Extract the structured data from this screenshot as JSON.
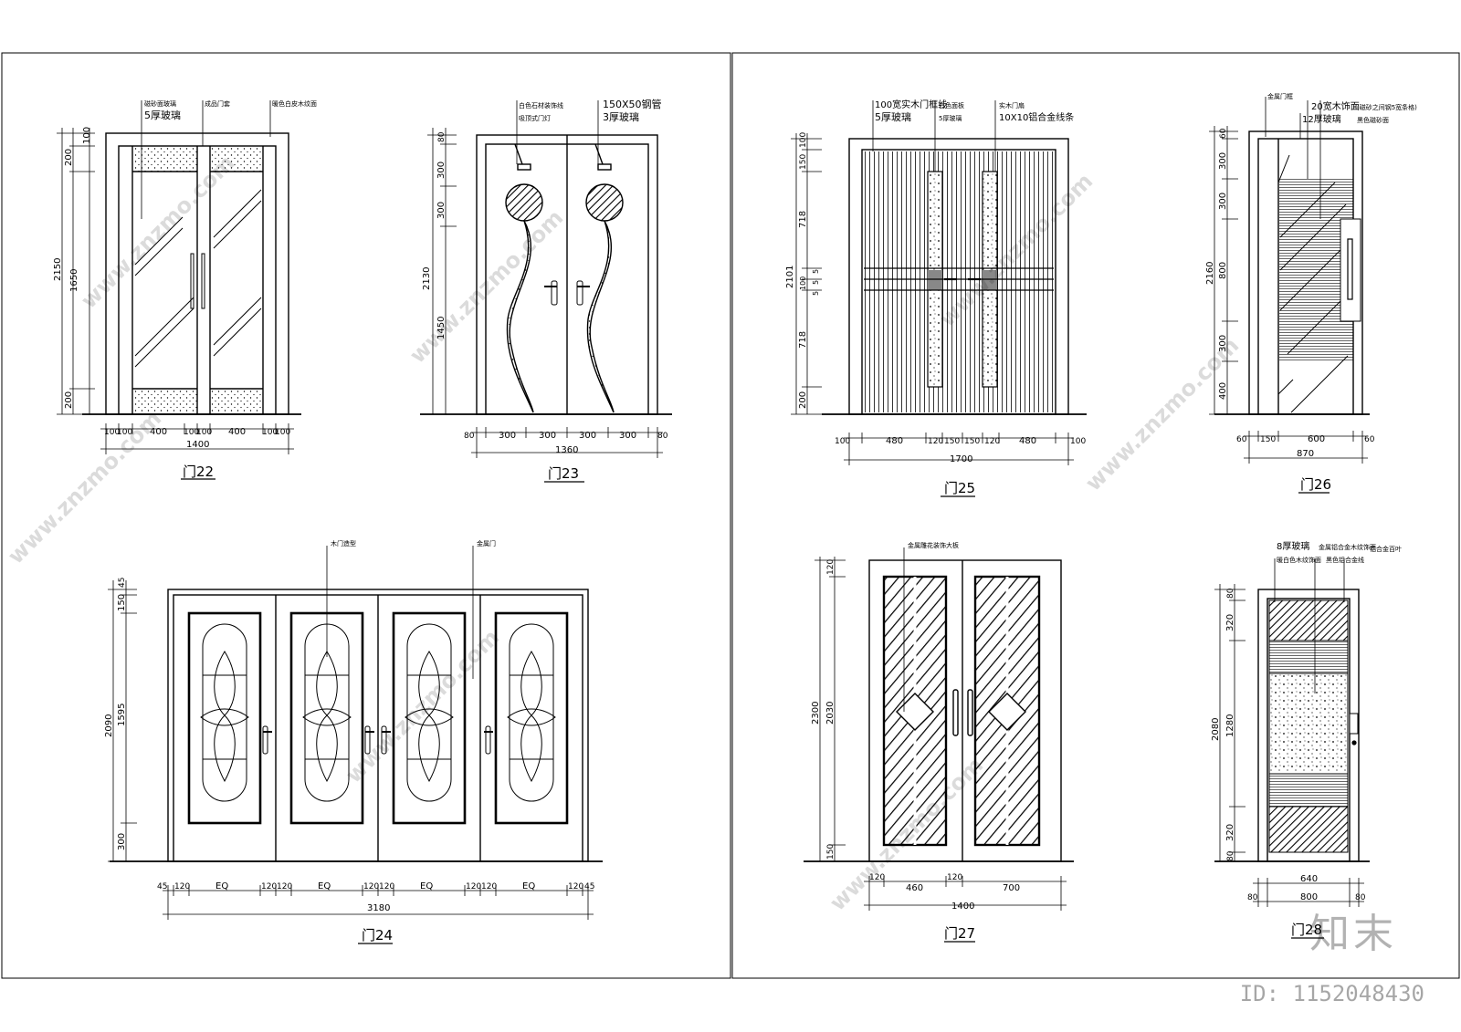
{
  "watermark": "www.znzmo.com",
  "brand": {
    "logo_text": "知末",
    "id_label": "ID: 1152048430"
  },
  "doors": {
    "d22": {
      "title": "门22",
      "notes": [
        "磁砂面玻璃",
        "5厚玻璃",
        "成品门套",
        "暖色白皮木纹面"
      ],
      "dims_v": [
        "100",
        "200",
        "2150",
        "1650",
        "200"
      ],
      "dims_h": [
        "100",
        "100",
        "400",
        "100",
        "100",
        "400",
        "100",
        "100"
      ],
      "total": "1400"
    },
    "d23": {
      "title": "门23",
      "notes": [
        "白色石材装饰线",
        "吸顶式门灯",
        "150X50钢管",
        "3厚玻璃"
      ],
      "dims_v": [
        "80",
        "300",
        "300",
        "2130",
        "1450"
      ],
      "dims_h": [
        "80",
        "300",
        "300",
        "300",
        "300",
        "80"
      ],
      "total": "1360"
    },
    "d24": {
      "title": "门24",
      "notes": [
        "木门造型",
        "金属门"
      ],
      "dims_v": [
        "45",
        "150",
        "2090",
        "1595",
        "300"
      ],
      "dims_h": [
        "45",
        "120",
        "EQ",
        "120",
        "120",
        "EQ",
        "120",
        "120",
        "EQ",
        "120",
        "120",
        "EQ",
        "120",
        "45"
      ],
      "total": "3180"
    },
    "d25": {
      "title": "门25",
      "notes": [
        "100宽实木门框线",
        "5厚玻璃",
        "白色面板",
        "5厚玻璃",
        "实木门扇",
        "10X10铝合金线条"
      ],
      "dims_v": [
        "100",
        "150",
        "718",
        "2101",
        "5",
        "100",
        "5",
        "5",
        "718",
        "200"
      ],
      "dims_h": [
        "100",
        "480",
        "120",
        "150",
        "150",
        "120",
        "480",
        "100"
      ],
      "total": "1700"
    },
    "d26": {
      "title": "门26",
      "notes": [
        "金属门框",
        "20宽木饰面",
        "12厚玻璃",
        "(磁砂之间钢5宽条格)",
        "黑色磁砂面"
      ],
      "dims_v": [
        "60",
        "300",
        "300",
        "2160",
        "800",
        "300",
        "400"
      ],
      "dims_h": [
        "60",
        "150",
        "600",
        "60"
      ],
      "total": "870"
    },
    "d27": {
      "title": "门27",
      "notes": [
        "金属雕花装饰大板"
      ],
      "dims_v": [
        "120",
        "2300",
        "2030",
        "150"
      ],
      "dims_h": [
        "120",
        "460",
        "120",
        "700"
      ],
      "total": "1400"
    },
    "d28": {
      "title": "门28",
      "notes": [
        "8厚玻璃",
        "暖白色木纹饰面",
        "金属铝合金木纹饰面",
        "黑色铝合金线",
        "铝合金百叶"
      ],
      "dims_v": [
        "80",
        "320",
        "2080",
        "1280",
        "320",
        "80"
      ],
      "dims_h": [
        "80",
        "640",
        "800",
        "80"
      ],
      "total": "800"
    }
  }
}
